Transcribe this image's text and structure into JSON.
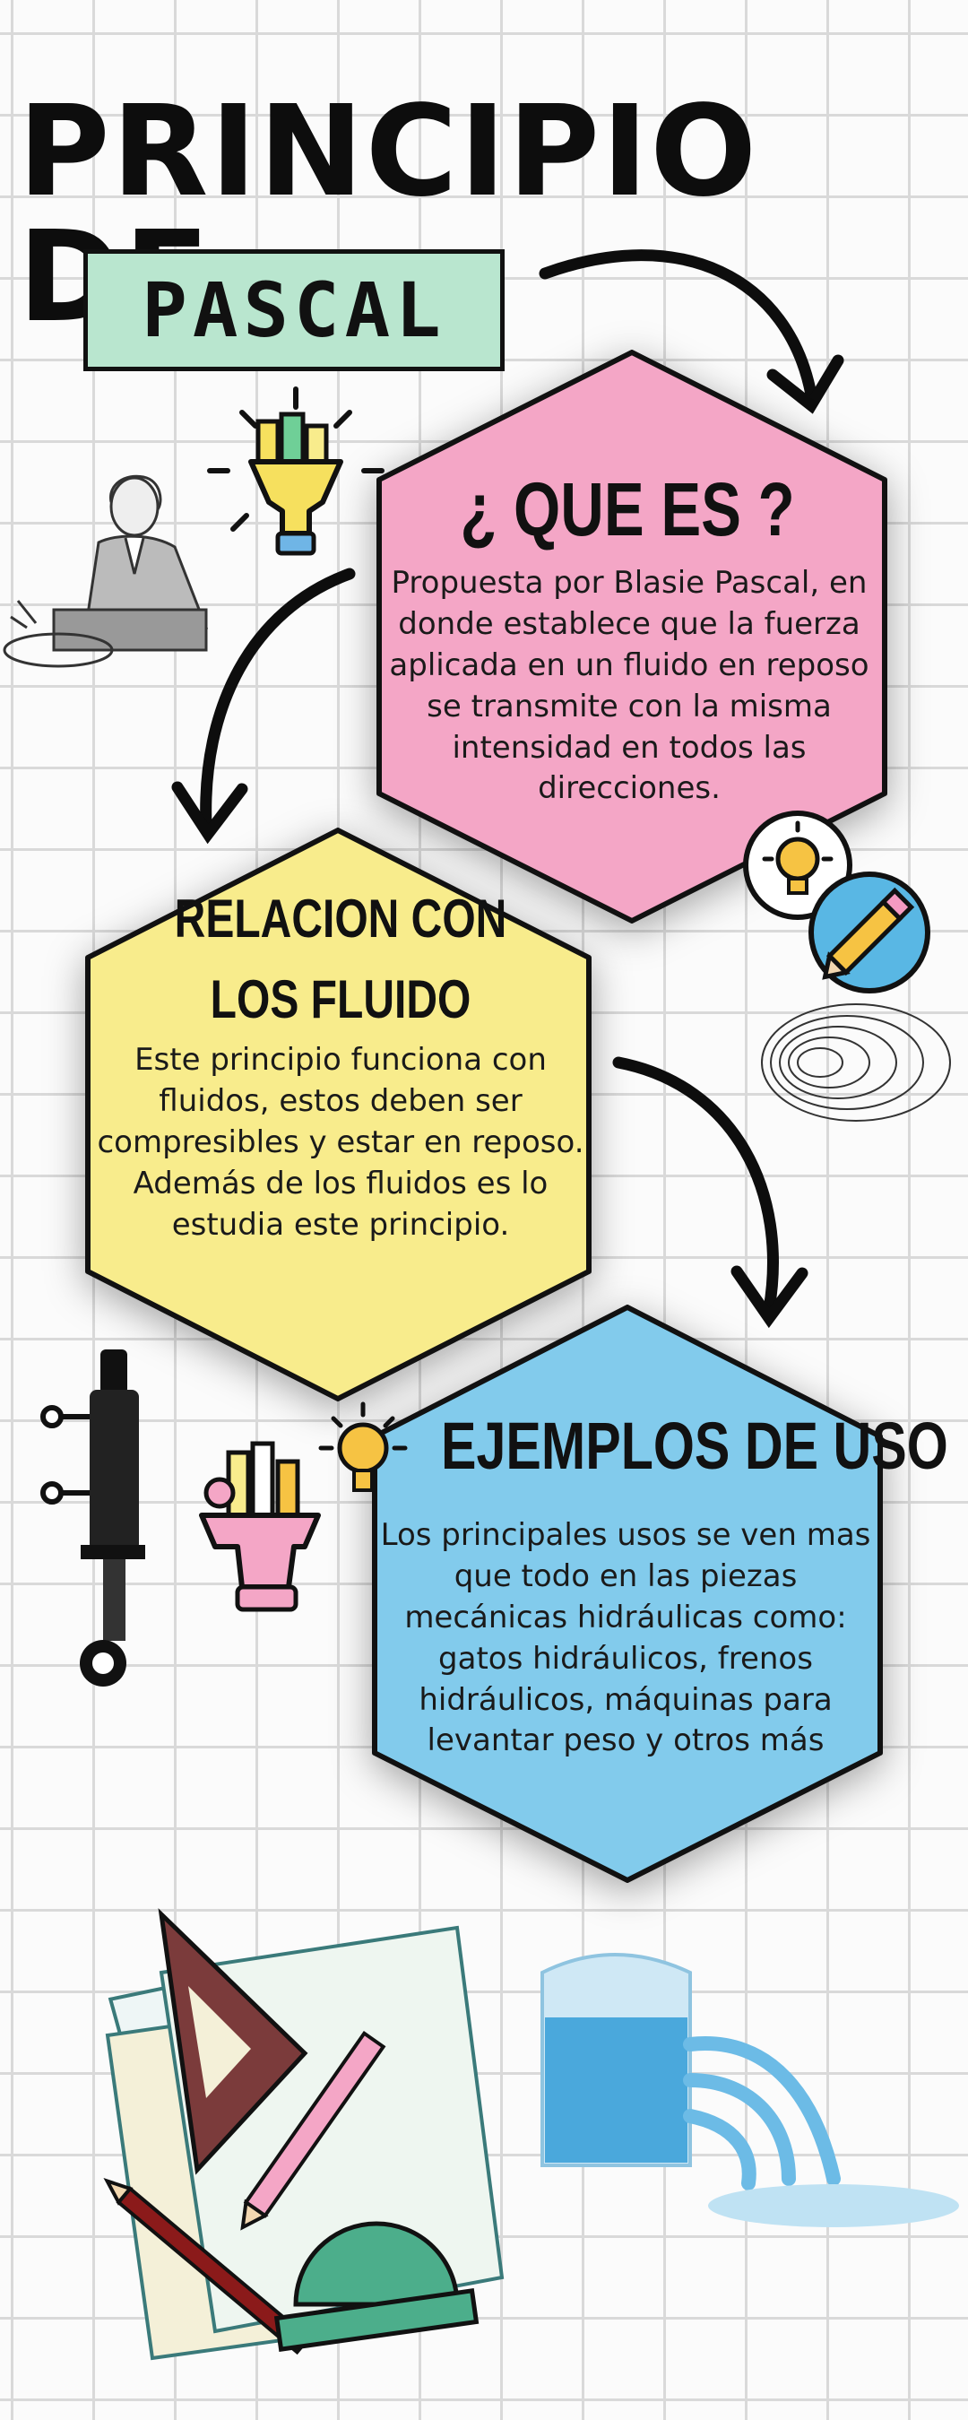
{
  "header": {
    "title": "PRINCIPIO DE",
    "subtitle": "PASCAL"
  },
  "sections": [
    {
      "title": "¿ QUE ES ?",
      "body": "Propuesta por Blasie Pascal, en donde establece que la fuerza aplicada en un fluido en reposo se transmite con la misma intensidad en todos las direcciones.",
      "color": "#f4a6c6"
    },
    {
      "title_line1": "RELACION CON",
      "title_line2": "LOS FLUIDO",
      "body": "Este principio funciona con fluidos, estos deben ser compresibles y estar en reposo. Además de los fluidos es lo estudia este principio.",
      "color": "#f8ec8c"
    },
    {
      "title": "EJEMPLOS DE USO",
      "body": "Los principales usos se ven mas que todo en las piezas mecánicas hidráulicas como: gatos hidráulicos, frenos hidráulicos, máquinas para levantar peso y otros más",
      "color": "#82cbec"
    }
  ],
  "icons": [
    "funnel-lightbulb-icon",
    "pascal-portrait-illustration",
    "lightbulb-icon",
    "pencil-icon",
    "spiral-doodle",
    "hydraulic-cylinder-icon",
    "lightbulb-small-icon",
    "pencil-cup-icon",
    "drafting-tools-illustration",
    "water-tank-illustration"
  ]
}
